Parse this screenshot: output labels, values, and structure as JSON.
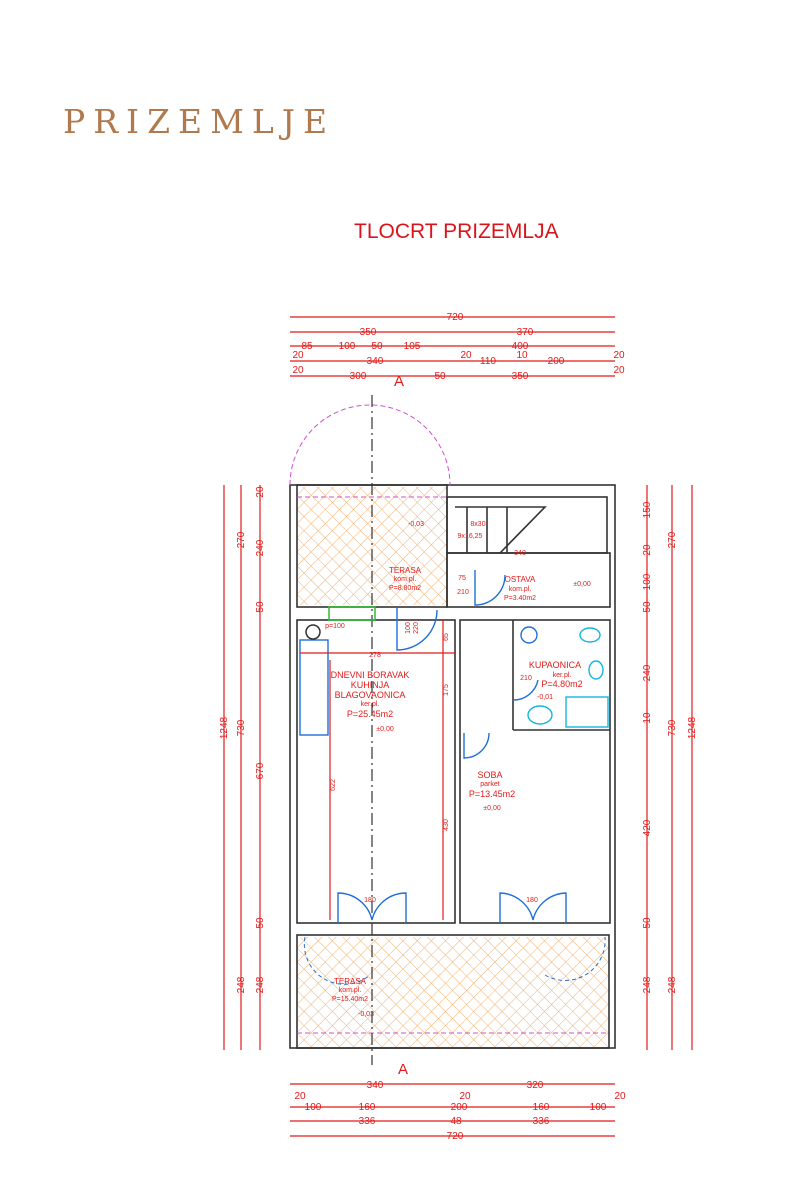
{
  "header": {
    "title": "PRIZEMLJE",
    "plan_title": "TLOCRT PRIZEMLJA"
  },
  "section_marker": "A",
  "rooms": {
    "terasa_top": {
      "name": "TERASA",
      "finish": "kom.pl.",
      "area": "P=8.80m2",
      "level": "-0,03"
    },
    "ostava": {
      "name": "OSTAVA",
      "finish": "kom.pl.",
      "area": "P=3.40m2",
      "level": "±0,00",
      "width": "340"
    },
    "dnevni": {
      "name_lines": [
        "DNEVNI BORAVAK",
        "KUHINJA",
        "BLAGOVAONICA"
      ],
      "finish": "ker.pl.",
      "area": "P=25.45m2",
      "level": "±0,00"
    },
    "kupaonica": {
      "name": "KUPAONICA",
      "finish": "ker.pl.",
      "area": "P=4.80m2",
      "level": "-0,01"
    },
    "soba": {
      "name": "SOBA",
      "finish": "parket",
      "area": "P=13.45m2",
      "level": "±0,00"
    },
    "terasa_bottom": {
      "name": "TERASA",
      "finish": "kom.pl.",
      "area": "P=15.40m2",
      "level": "-0,03"
    }
  },
  "annotations": {
    "stairs_1": "8x30",
    "stairs_2": "9x16,25",
    "parapet": "p=100",
    "door_w_75": "75",
    "door_h_210": "210",
    "door_100": "100",
    "door_220": "220",
    "dim_278": "278",
    "dim_65": "65",
    "dim_175": "175",
    "dim_622": "622",
    "dim_430": "430",
    "door_180": "180"
  },
  "dimensions": {
    "top": [
      [
        "720"
      ],
      [
        "350",
        "370"
      ],
      [
        "85",
        "100",
        "50",
        "105",
        "400"
      ],
      [
        "20",
        "340",
        "20",
        "110",
        "10",
        "200",
        "20"
      ],
      [
        "20",
        "300",
        "50",
        "350",
        "20"
      ]
    ],
    "bottom": [
      [
        "340",
        "320"
      ],
      [
        "20",
        "20",
        "20"
      ],
      [
        "100",
        "160",
        "200",
        "160",
        "100"
      ],
      [
        "336",
        "48",
        "336"
      ],
      [
        "720"
      ]
    ],
    "left": [
      [
        "1248"
      ],
      [
        "270",
        "730",
        "248"
      ],
      [
        "20",
        "240",
        "50",
        "670",
        "50",
        "248"
      ]
    ],
    "right": [
      [
        "150",
        "20",
        "100",
        "50",
        "240",
        "10",
        "420",
        "50",
        "248"
      ],
      [
        "270",
        "730",
        "248"
      ],
      [
        "1248"
      ]
    ]
  }
}
